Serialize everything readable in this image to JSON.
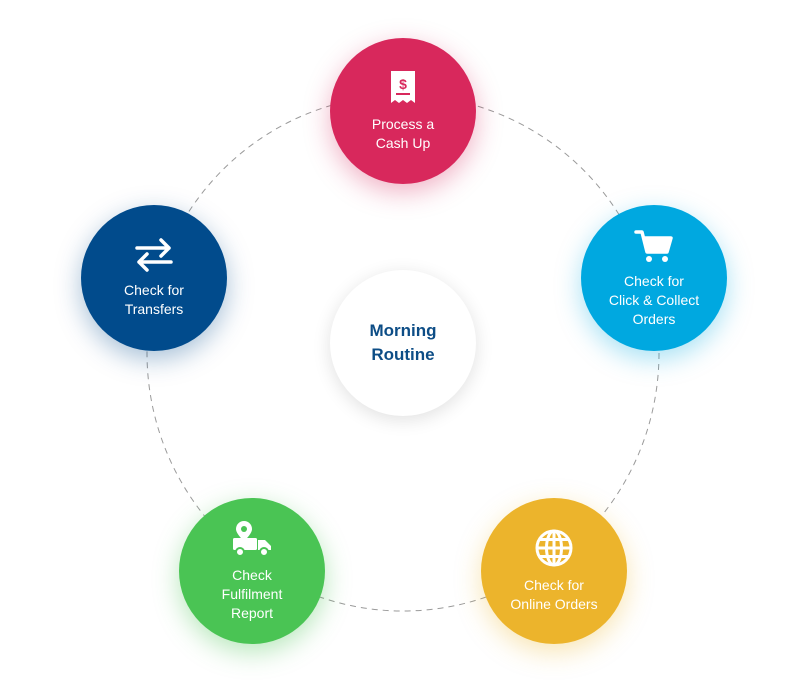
{
  "center": {
    "title_lines": [
      "Morning",
      "Routine"
    ],
    "color": "#0d4d86"
  },
  "steps": [
    {
      "id": "cashup",
      "icon": "receipt-dollar-icon",
      "color": "#d8285c",
      "label_lines": [
        "Process a",
        "Cash Up"
      ]
    },
    {
      "id": "click",
      "icon": "shopping-cart-icon",
      "color": "#00a8e0",
      "label_lines": [
        "Check for",
        "Click & Collect",
        "Orders"
      ]
    },
    {
      "id": "online",
      "icon": "globe-icon",
      "color": "#ecb42c",
      "label_lines": [
        "Check for",
        "Online Orders"
      ]
    },
    {
      "id": "fulfil",
      "icon": "delivery-truck-icon",
      "color": "#4ac454",
      "label_lines": [
        "Check",
        "Fulfilment",
        "Report"
      ]
    },
    {
      "id": "transfers",
      "icon": "transfer-arrows-icon",
      "color": "#014b8c",
      "label_lines": [
        "Check for",
        "Transfers"
      ]
    }
  ]
}
